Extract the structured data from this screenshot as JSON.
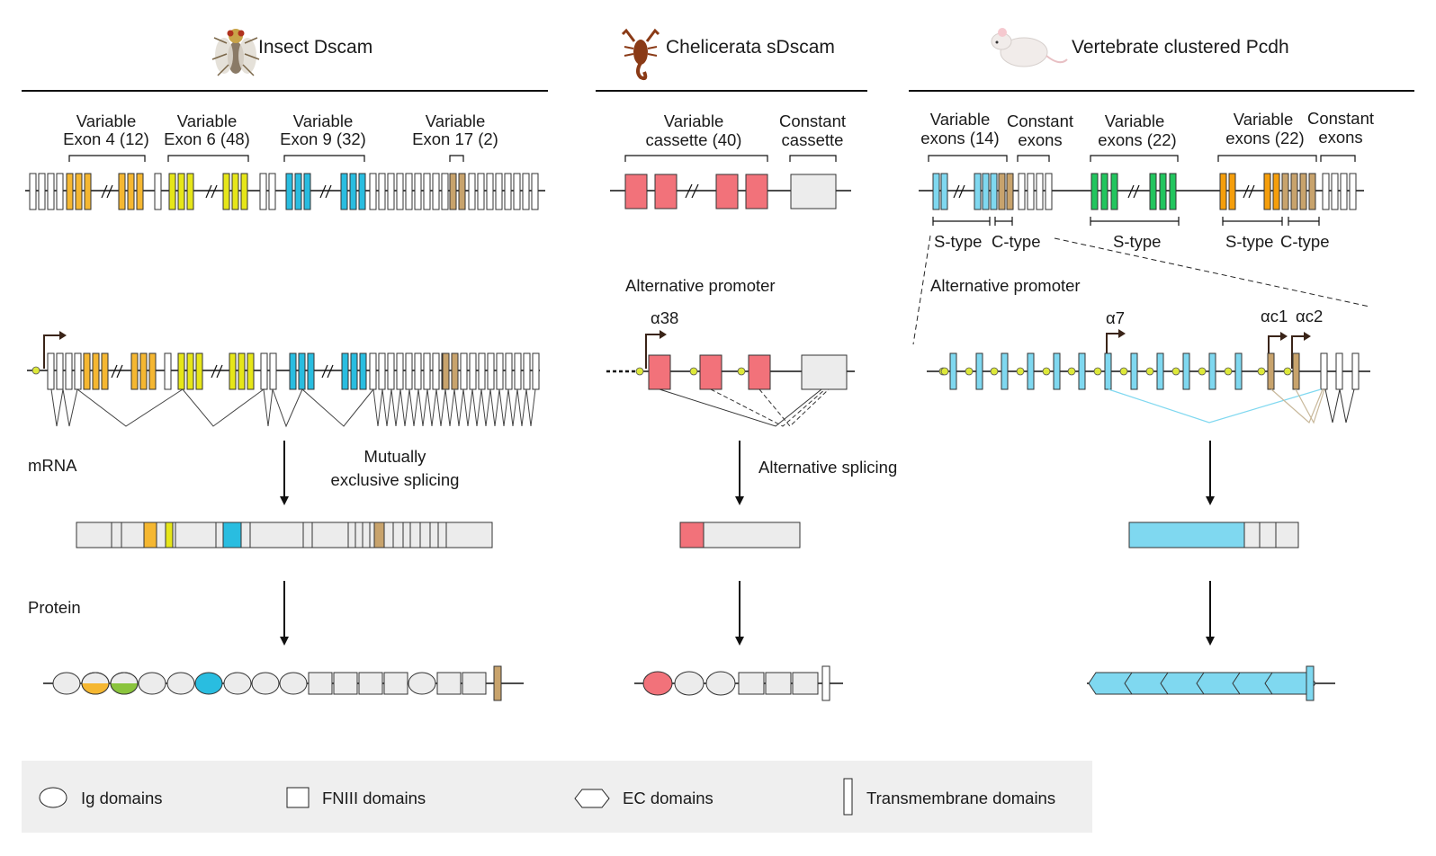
{
  "panels": {
    "insect": {
      "title": "Insect Dscam",
      "organism_icon": "fly-icon",
      "clusters": [
        {
          "line1": "Variable",
          "line2": "Exon 4 (12)",
          "color": "#f5b731"
        },
        {
          "line1": "Variable",
          "line2": "Exon 6 (48)",
          "color": "#e6e619"
        },
        {
          "line1": "Variable",
          "line2": "Exon 9 (32)",
          "color": "#29bde0"
        },
        {
          "line1": "Variable",
          "line2": "Exon 17 (2)",
          "color": "#c8a36c"
        }
      ]
    },
    "chelicerata": {
      "title": "Chelicerata sDscam",
      "organism_icon": "scorpion-icon",
      "variable_label": {
        "line1": "Variable",
        "line2": "cassette (40)"
      },
      "constant_label": {
        "line1": "Constant",
        "line2": "cassette"
      },
      "alt_promoter": "Alternative promoter",
      "promoter_name": "α38",
      "splicing_label": "Alternative splicing",
      "cassette_color": "#f2727a"
    },
    "vertebrate": {
      "title": "Vertebrate clustered Pcdh",
      "organism_icon": "mouse-icon",
      "groups": [
        {
          "variable": {
            "line1": "Variable",
            "line2": "exons (14)"
          },
          "constant": {
            "line1": "Constant",
            "line2": "exons"
          },
          "s_type": "S-type",
          "c_type": "C-type",
          "color": "#7fd8f0"
        },
        {
          "variable": {
            "line1": "Variable",
            "line2": "exons (22)"
          },
          "s_type": "S-type",
          "color": "#22c55e"
        },
        {
          "variable": {
            "line1": "Variable",
            "line2": "exons (22)"
          },
          "constant": {
            "line1": "Constant",
            "line2": "exons"
          },
          "s_type": "S-type",
          "c_type": "C-type",
          "color": "#f59e0b"
        }
      ],
      "alt_promoter": "Alternative promoter",
      "promoters": [
        "α7",
        "αc1",
        "αc2"
      ]
    }
  },
  "row_labels": {
    "mrna": "mRNA",
    "protein": "Protein"
  },
  "mutually_exclusive": {
    "line1": "Mutually",
    "line2": "exclusive splicing"
  },
  "legend": {
    "items": [
      {
        "shape": "ellipse",
        "label": "Ig domains"
      },
      {
        "shape": "square",
        "label": "FNIII domains"
      },
      {
        "shape": "hexagon",
        "label": "EC domains"
      },
      {
        "shape": "bar",
        "label": "Transmembrane domains"
      }
    ]
  },
  "colors": {
    "orange": "#f5b731",
    "yellow": "#e6e619",
    "blue": "#29bde0",
    "tan": "#c8a36c",
    "pink": "#f2727a",
    "lightblue": "#7fd8f0",
    "green": "#22c55e",
    "amber": "#f59e0b",
    "gray": "#ececec",
    "legend_bg": "#efefef",
    "arrow": "#3a2418",
    "promoter_dot": "#dde83a"
  }
}
